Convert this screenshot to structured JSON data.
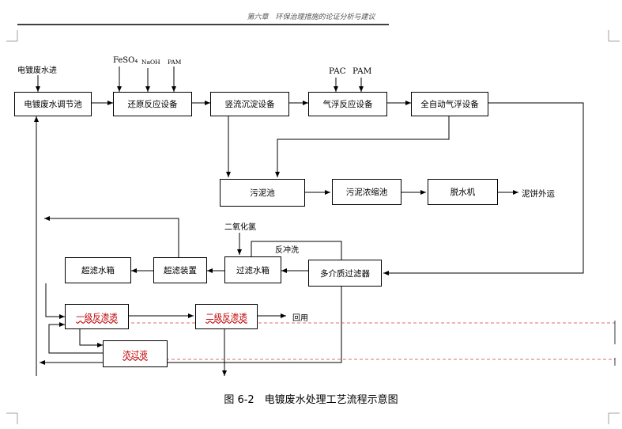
{
  "header": {
    "text": "第六章　环保治理措施的论证分析与建议"
  },
  "diagram": {
    "inputs": {
      "wastewater_in": "电镀废水进",
      "feso4": "FeSO₄",
      "naoh": "NaOH",
      "pam_top": "PAM",
      "pac": "PAC",
      "pam": "PAM",
      "chlorine_dioxide": "二氧化氯",
      "backwash": "反冲洗"
    },
    "units": {
      "regulating_tank": "电镀废水调节池",
      "reduction_reactor": "还原反应设备",
      "vertical_settler": "竖流沉淀设备",
      "flotation_reactor": "气浮反应设备",
      "auto_flotation": "全自动气浮设备",
      "sludge_tank": "污泥池",
      "sludge_thickener": "污泥浓缩池",
      "dewatering_machine": "脱水机",
      "multimedia_filter": "多介质过滤器",
      "filtered_water_tank": "过滤水箱",
      "ultrafiltration_unit": "超滤装置",
      "uf_water_tank": "超滤水箱",
      "ro_stage1": "一级反渗透",
      "ro_stage2": "二级反渗透",
      "concentrate": "浓过液"
    },
    "outputs": {
      "sludge_cake": "泥饼外运",
      "reuse": "回用"
    }
  },
  "caption": "图 6-2　电镀废水处理工艺流程示意图"
}
